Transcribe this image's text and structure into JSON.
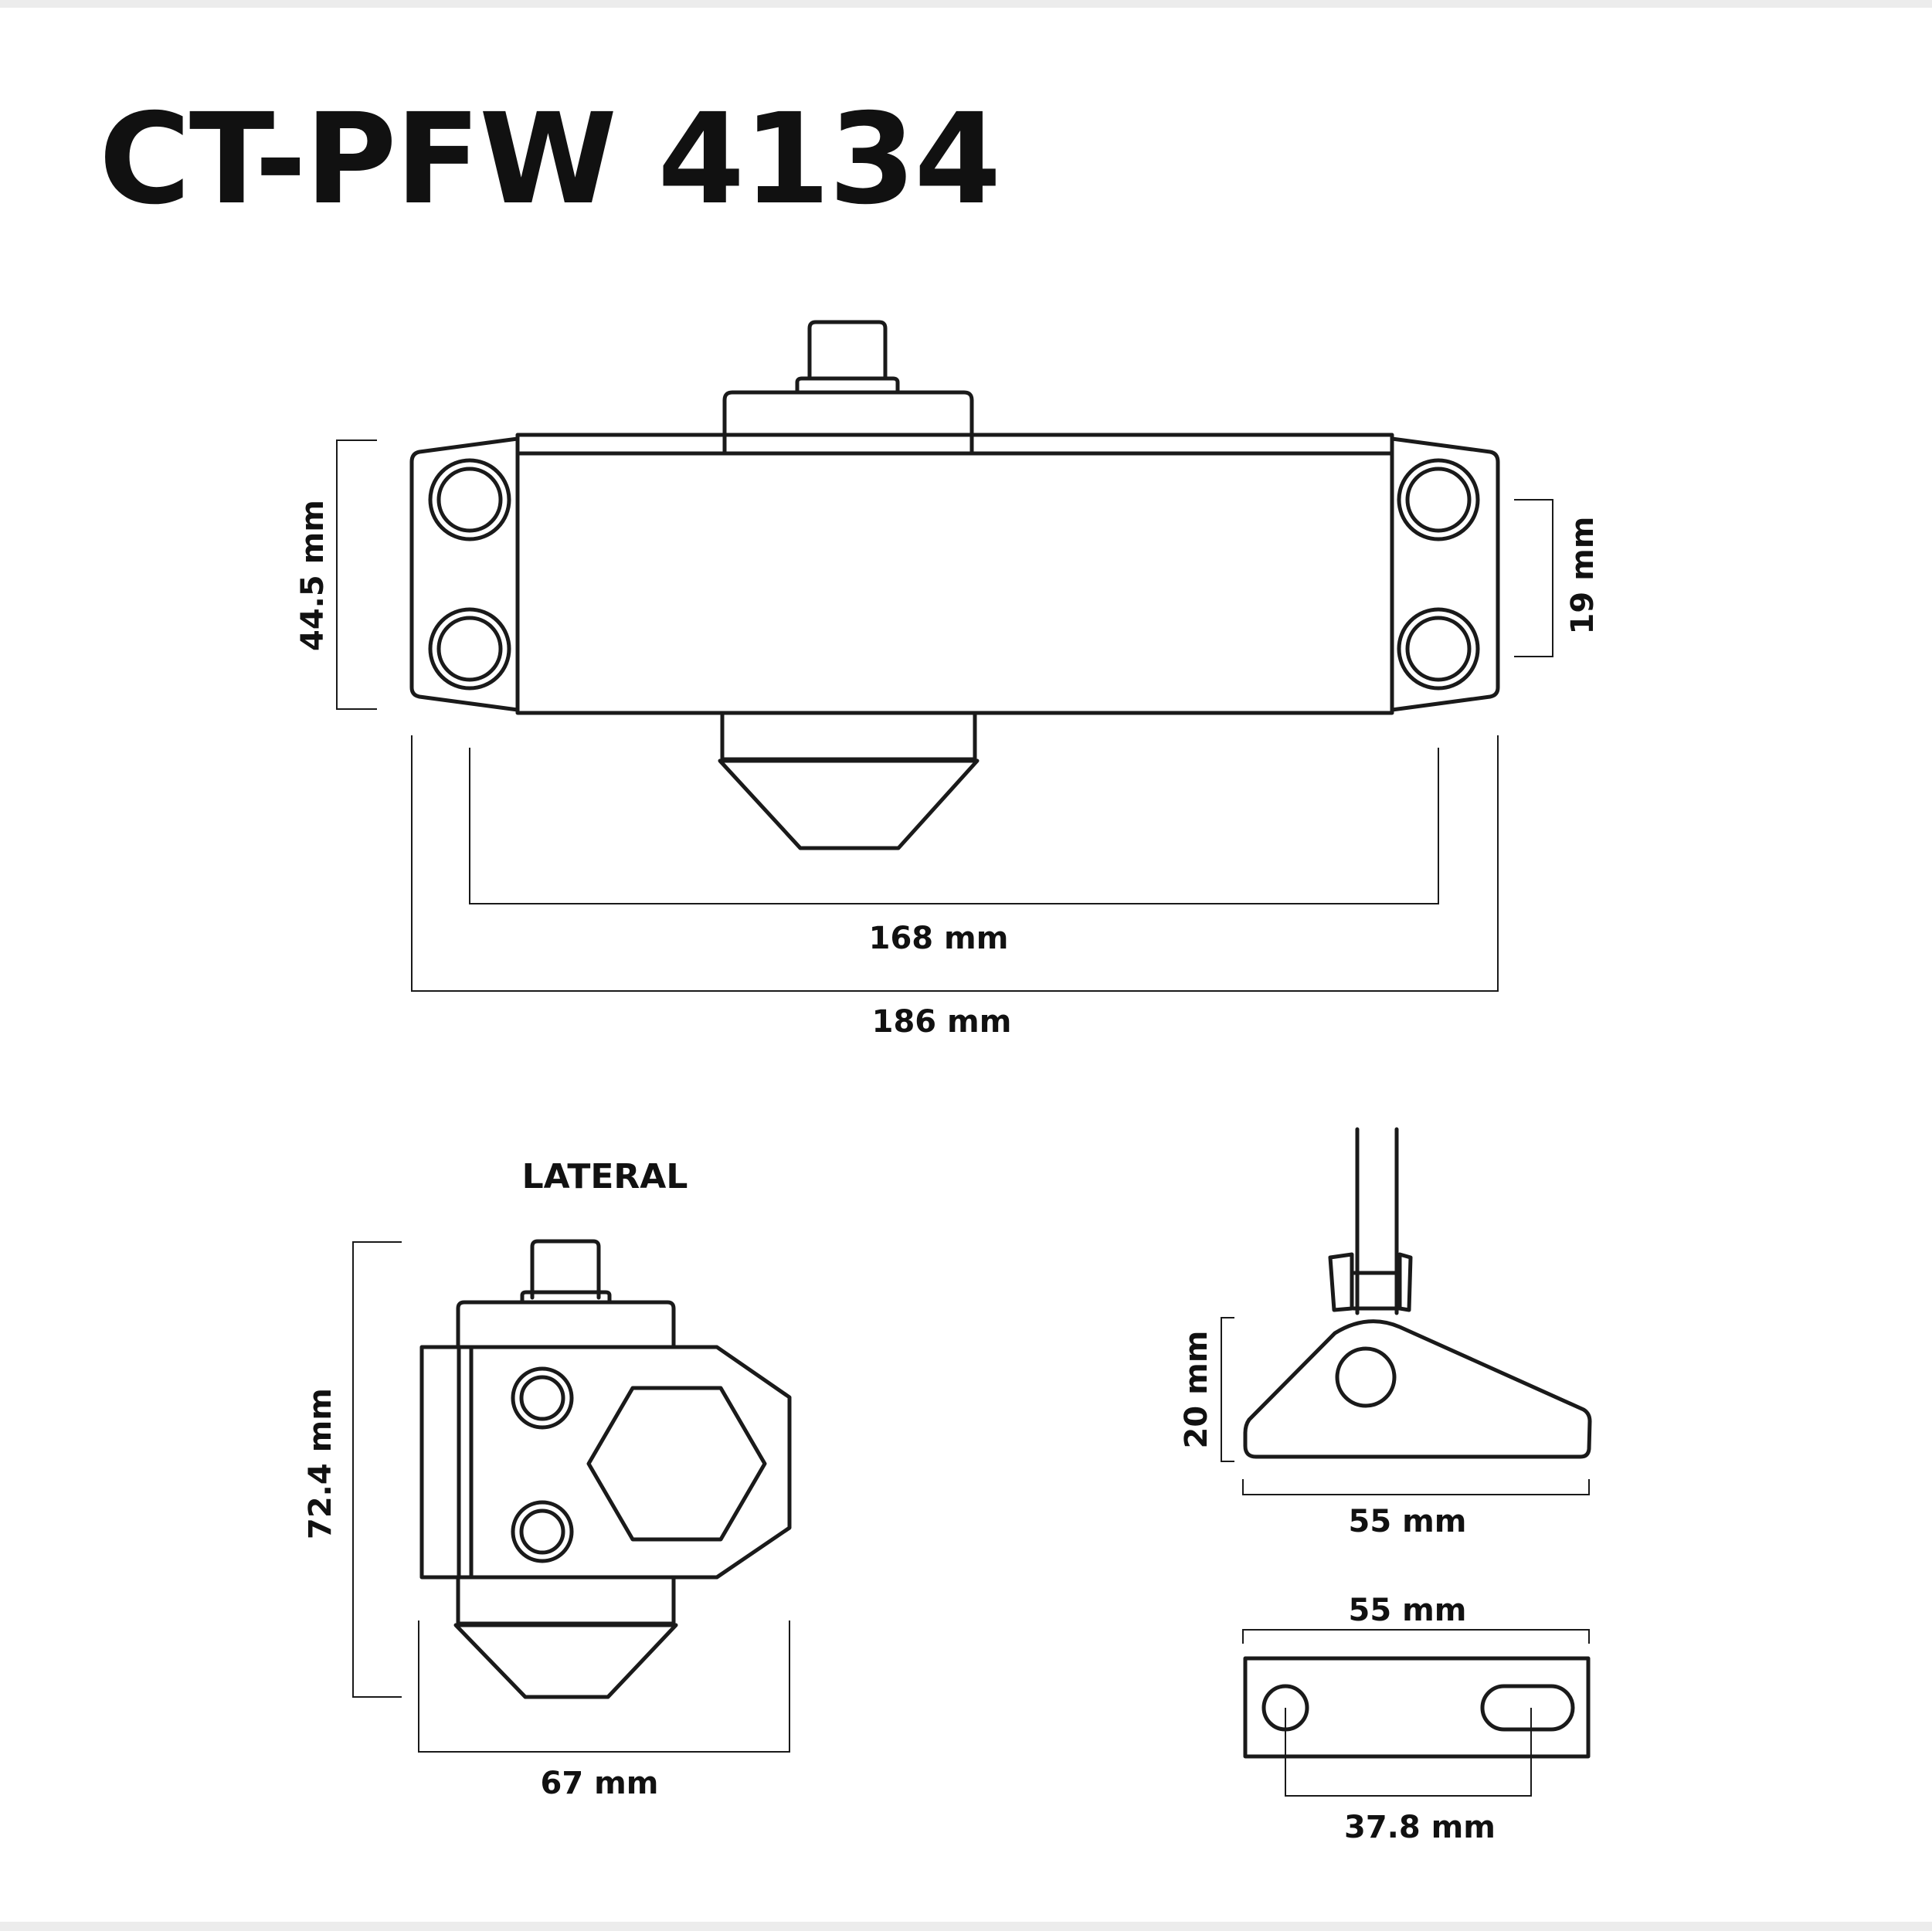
{
  "title": "CT-PFW 4134",
  "views": {
    "top": {
      "dims": {
        "height": "44.5 mm",
        "hole_spacing": "19 mm",
        "inner_length": "168 mm",
        "overall_length": "186 mm"
      }
    },
    "lateral": {
      "label": "LATERAL",
      "dims": {
        "height": "72.4 mm",
        "width": "67 mm"
      }
    },
    "bracket": {
      "dims": {
        "height": "20 mm",
        "width": "55 mm"
      }
    },
    "plate": {
      "dims": {
        "width": "55 mm",
        "hole_spacing": "37.8 mm"
      }
    }
  }
}
